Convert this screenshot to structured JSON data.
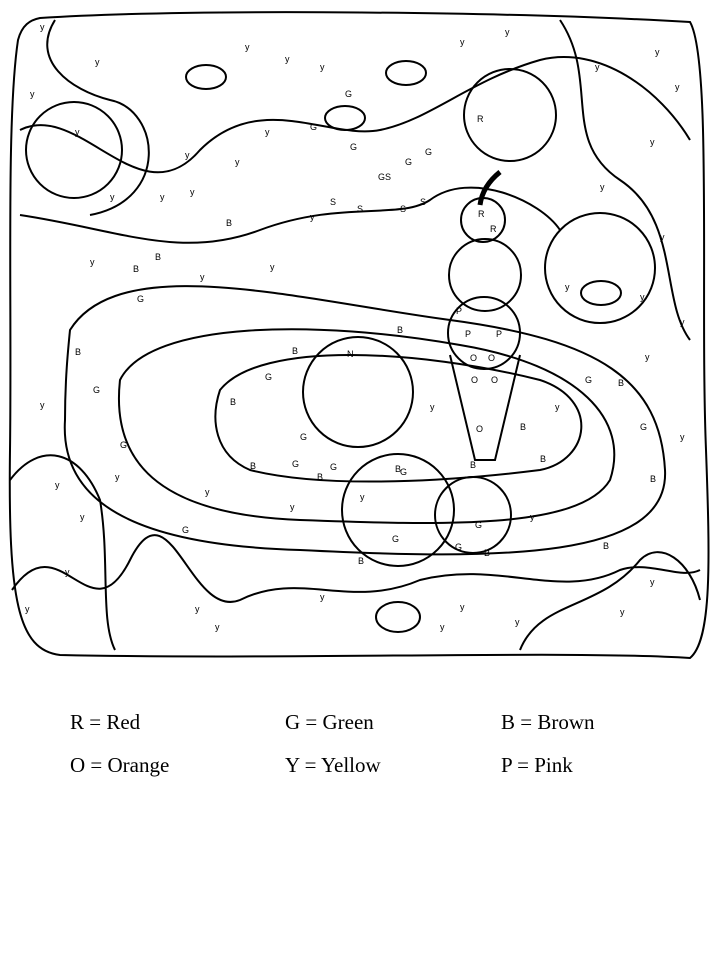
{
  "coloring_page": {
    "region_letters": [
      "y",
      "y",
      "y",
      "y",
      "y",
      "y",
      "y",
      "y",
      "y",
      "y",
      "y",
      "y",
      "y",
      "y",
      "y",
      "y",
      "y",
      "y",
      "y",
      "y",
      "y",
      "y",
      "y",
      "y",
      "y",
      "y",
      "y",
      "y",
      "y",
      "y",
      "y",
      "y",
      "y",
      "y",
      "y",
      "y",
      "y",
      "y",
      "y",
      "y",
      "G",
      "G",
      "G",
      "G",
      "G",
      "G",
      "G",
      "G",
      "G",
      "G",
      "G",
      "G",
      "G",
      "G",
      "G",
      "G",
      "G",
      "G",
      "G",
      "G",
      "B",
      "B",
      "B",
      "B",
      "B",
      "B",
      "B",
      "B",
      "B",
      "B",
      "B",
      "B",
      "B",
      "B",
      "B",
      "B",
      "B",
      "B",
      "R",
      "R",
      "R",
      "P",
      "P",
      "P",
      "O",
      "O",
      "O",
      "O",
      "O",
      "S",
      "S",
      "S",
      "S",
      "S",
      "N",
      "y",
      "y",
      "y",
      "y",
      "y",
      "y",
      "y",
      "y",
      "y",
      "y"
    ],
    "letter_colors": {
      "R": "#ff0000",
      "G": "#008000",
      "B": "#8b4513",
      "O": "#ffa500",
      "Y": "#ffff00",
      "P": "#ffc0cb"
    }
  },
  "legend": {
    "red": "R = Red",
    "green": "G = Green",
    "brown": "B = Brown",
    "orange": "O = Orange",
    "yellow": "Y = Yellow",
    "pink": "P = Pink"
  }
}
